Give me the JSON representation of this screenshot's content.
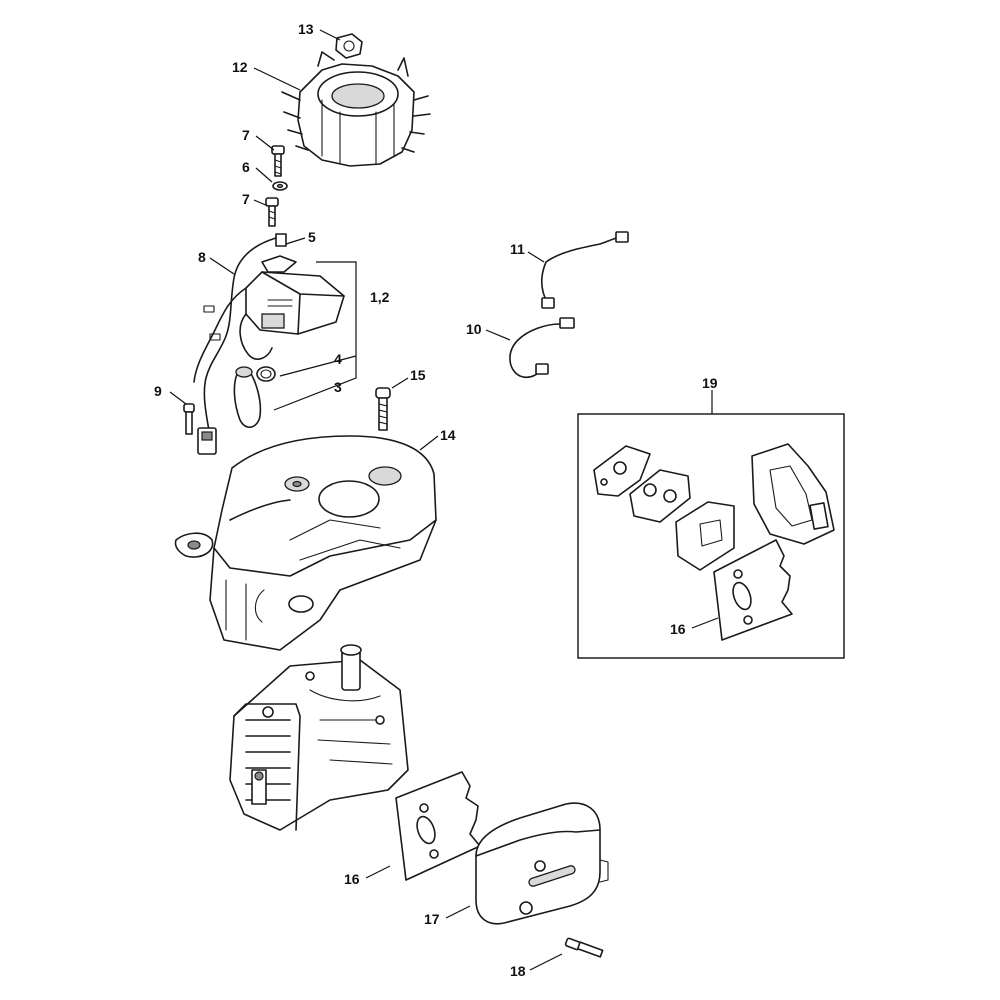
{
  "callouts": {
    "c13": "13",
    "c12": "12",
    "c7a": "7",
    "c6": "6",
    "c7b": "7",
    "c5": "5",
    "c8": "8",
    "c12_group": "1,2",
    "c4": "4",
    "c3": "3",
    "c9": "9",
    "c15": "15",
    "c14": "14",
    "c11": "11",
    "c10": "10",
    "c19": "19",
    "c16_kit": "16",
    "c16": "16",
    "c17": "17",
    "c18": "18"
  }
}
